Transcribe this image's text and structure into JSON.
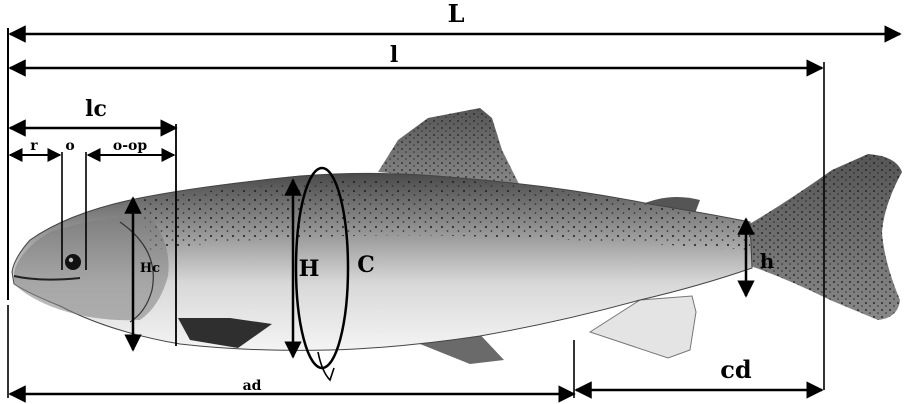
{
  "labels": {
    "L": "L",
    "l": "l",
    "lc": "lc",
    "r": "r",
    "o": "o",
    "o_op": "o-op",
    "Hc": "Hc",
    "H": "H",
    "C": "C",
    "h": "h",
    "ad": "ad",
    "cd": "cd"
  },
  "colors": {
    "line": "#000000",
    "fish_dark": "#3a3a3a",
    "fish_mid": "#8a8a8a",
    "fish_light": "#d6d6d6",
    "belly": "#f2f2f2"
  }
}
